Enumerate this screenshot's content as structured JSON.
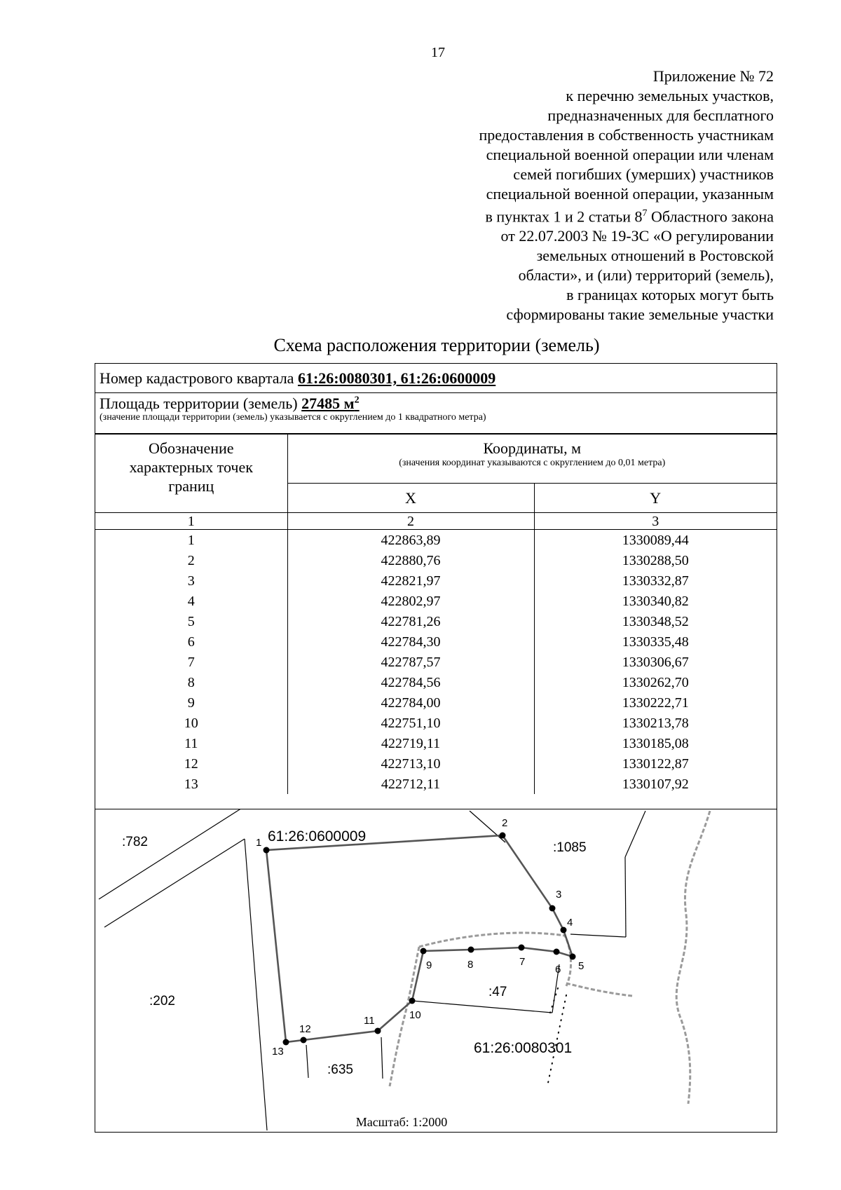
{
  "page_number": "17",
  "appendix_lines": [
    "Приложение № 72",
    "к перечню земельных участков,",
    "предназначенных для бесплатного",
    "предоставления в собственность участникам",
    "специальной военной операции или членам",
    "семей погибших (умерших) участников",
    "специальной военной операции, указанным",
    "в пунктах 1 и 2 статьи 8",
    "7",
    " Областного закона",
    "от 22.07.2003 № 19-ЗС «О регулировании",
    "земельных отношений в Ростовской",
    "области», и (или) территорий (земель),",
    "в границах которых могут быть",
    "сформированы такие земельные участки"
  ],
  "scheme_title": "Схема расположения территории (земель)",
  "cadastral": {
    "label": "Номер кадастрового квартала ",
    "value": "61:26:0080301, 61:26:0600009"
  },
  "area": {
    "label": "Площадь территории (земель) ",
    "value": "27485 м",
    "value_sup": "2",
    "note": "(значение площади территории (земель) указывается с округлением до 1 квадратного метра)"
  },
  "table": {
    "col1_header": [
      "Обозначение",
      "характерных точек",
      "границ"
    ],
    "coords_header": "Координаты, м",
    "coords_note": "(значения координат указываются с округлением до 0,01 метра)",
    "x_header": "X",
    "y_header": "Y",
    "index_row": [
      "1",
      "2",
      "3"
    ],
    "rows": [
      {
        "n": "1",
        "x": "422863,89",
        "y": "1330089,44"
      },
      {
        "n": "2",
        "x": "422880,76",
        "y": "1330288,50"
      },
      {
        "n": "3",
        "x": "422821,97",
        "y": "1330332,87"
      },
      {
        "n": "4",
        "x": "422802,97",
        "y": "1330340,82"
      },
      {
        "n": "5",
        "x": "422781,26",
        "y": "1330348,52"
      },
      {
        "n": "6",
        "x": "422784,30",
        "y": "1330335,48"
      },
      {
        "n": "7",
        "x": "422787,57",
        "y": "1330306,67"
      },
      {
        "n": "8",
        "x": "422784,56",
        "y": "1330262,70"
      },
      {
        "n": "9",
        "x": "422784,00",
        "y": "1330222,71"
      },
      {
        "n": "10",
        "x": "422751,10",
        "y": "1330213,78"
      },
      {
        "n": "11",
        "x": "422719,11",
        "y": "1330185,08"
      },
      {
        "n": "12",
        "x": "422713,10",
        "y": "1330122,87"
      },
      {
        "n": "13",
        "x": "422712,11",
        "y": "1330107,92"
      }
    ]
  },
  "map": {
    "labels": {
      "parcel_782": ":782",
      "quarter_0600009": "61:26:0600009",
      "parcel_1085": ":1085",
      "parcel_202": ":202",
      "parcel_47": ":47",
      "quarter_0080301": "61:26:0080301",
      "parcel_635": ":635"
    },
    "scale": "Масштаб: 1:2000"
  }
}
